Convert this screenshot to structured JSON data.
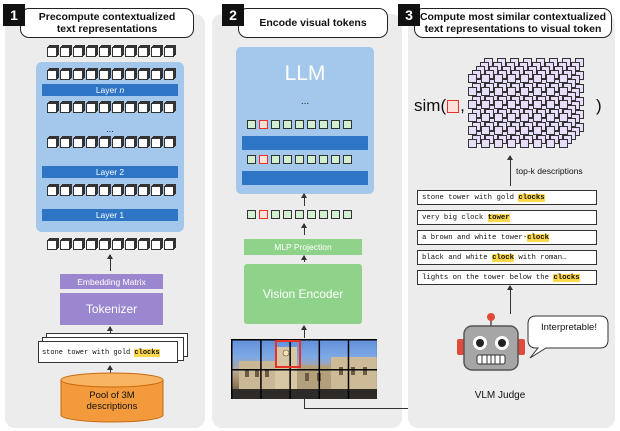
{
  "step1": {
    "number": "1",
    "title_line1": "Precompute contextualized",
    "title_line2": "text representations",
    "layer_n_prefix": "Layer ",
    "layer_n_var": "n",
    "layer_2": "Layer 2",
    "layer_1": "Layer 1",
    "dots": "...",
    "embedding_matrix": "Embedding Matrix",
    "tokenizer": "Tokenizer",
    "input_text": "stone tower with gold ",
    "input_highlight": "clocks",
    "pool_line1": "Pool of 3M",
    "pool_line2": "descriptions"
  },
  "step2": {
    "number": "2",
    "title": "Encode visual tokens",
    "llm": "LLM",
    "dots": "...",
    "mlp": "MLP Projection",
    "vision_encoder": "Vision Encoder"
  },
  "step3": {
    "number": "3",
    "title_line1": "Compute most similar contextualized",
    "title_line2": "text representations to visual token",
    "sim_prefix": "sim(",
    "sim_comma": ",",
    "sim_close": ")",
    "topk": "top-k descriptions",
    "descriptions": [
      {
        "pre": "stone tower with gold ",
        "hl": "clocks",
        "post": ""
      },
      {
        "pre": "very big clock ",
        "hl": "tower",
        "post": ""
      },
      {
        "pre": "a brown and white tower-",
        "hl": "clock",
        "post": ""
      },
      {
        "pre": "black and white ",
        "hl": "clock",
        "post": " with roman…"
      },
      {
        "pre": "lights on the tower below the ",
        "hl": "clocks",
        "post": ""
      }
    ],
    "bubble": "Interpretable!",
    "judge": "VLM Judge"
  },
  "colors": {
    "layer_blue": "#2e75c6",
    "llm_box": "#a4c8ec",
    "purple": "#9b87cf",
    "green": "#8fd38a",
    "orange": "#f39b3c",
    "highlight": "#ffd84d",
    "robot": "#a6a6a6",
    "robot_red": "#e04a3a"
  }
}
